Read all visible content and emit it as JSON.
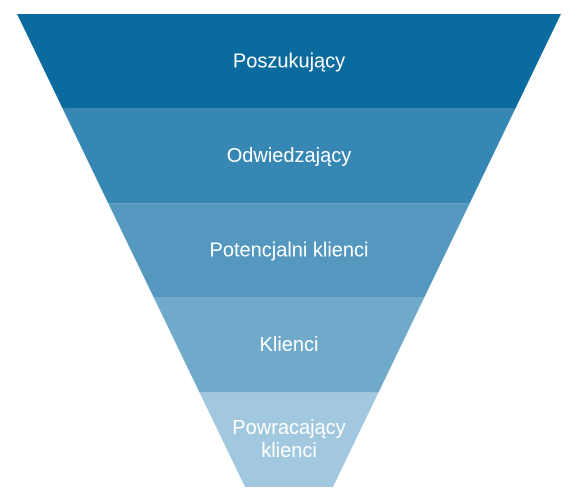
{
  "diagram": {
    "type": "funnel",
    "stages": [
      {
        "label_lines": [
          "Poszukujący"
        ],
        "color": "#0B6B9F"
      },
      {
        "label_lines": [
          "Odwiedzający"
        ],
        "color": "#3687B4"
      },
      {
        "label_lines": [
          "Potencjalni klienci"
        ],
        "color": "#5498BF"
      },
      {
        "label_lines": [
          "Klienci"
        ],
        "color": "#6FAACB"
      },
      {
        "label_lines": [
          "Powracający",
          "klienci"
        ],
        "color": "#A2C8DF"
      }
    ]
  }
}
